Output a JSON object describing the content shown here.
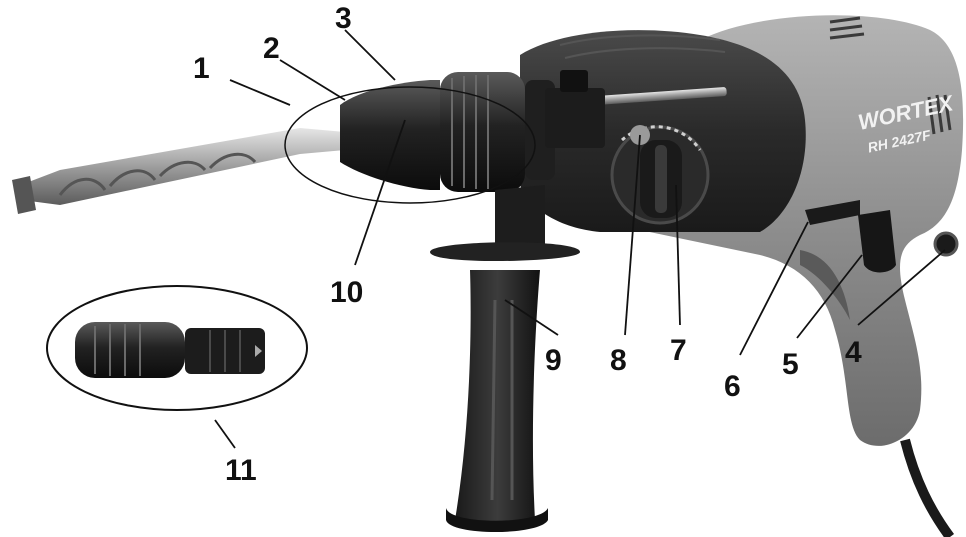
{
  "brand": {
    "logo": "WORTEX",
    "model": "RH 2427F"
  },
  "callouts": [
    {
      "id": "1",
      "label": "1"
    },
    {
      "id": "2",
      "label": "2"
    },
    {
      "id": "3",
      "label": "3"
    },
    {
      "id": "4",
      "label": "4"
    },
    {
      "id": "5",
      "label": "5"
    },
    {
      "id": "6",
      "label": "6"
    },
    {
      "id": "7",
      "label": "7"
    },
    {
      "id": "8",
      "label": "8"
    },
    {
      "id": "9",
      "label": "9"
    },
    {
      "id": "10",
      "label": "10"
    },
    {
      "id": "11",
      "label": "11"
    }
  ],
  "colors": {
    "body_grey": "#8e8e8e",
    "body_dark": "#2b2b2b",
    "black": "#111111",
    "steel": "#b9b9b9"
  }
}
